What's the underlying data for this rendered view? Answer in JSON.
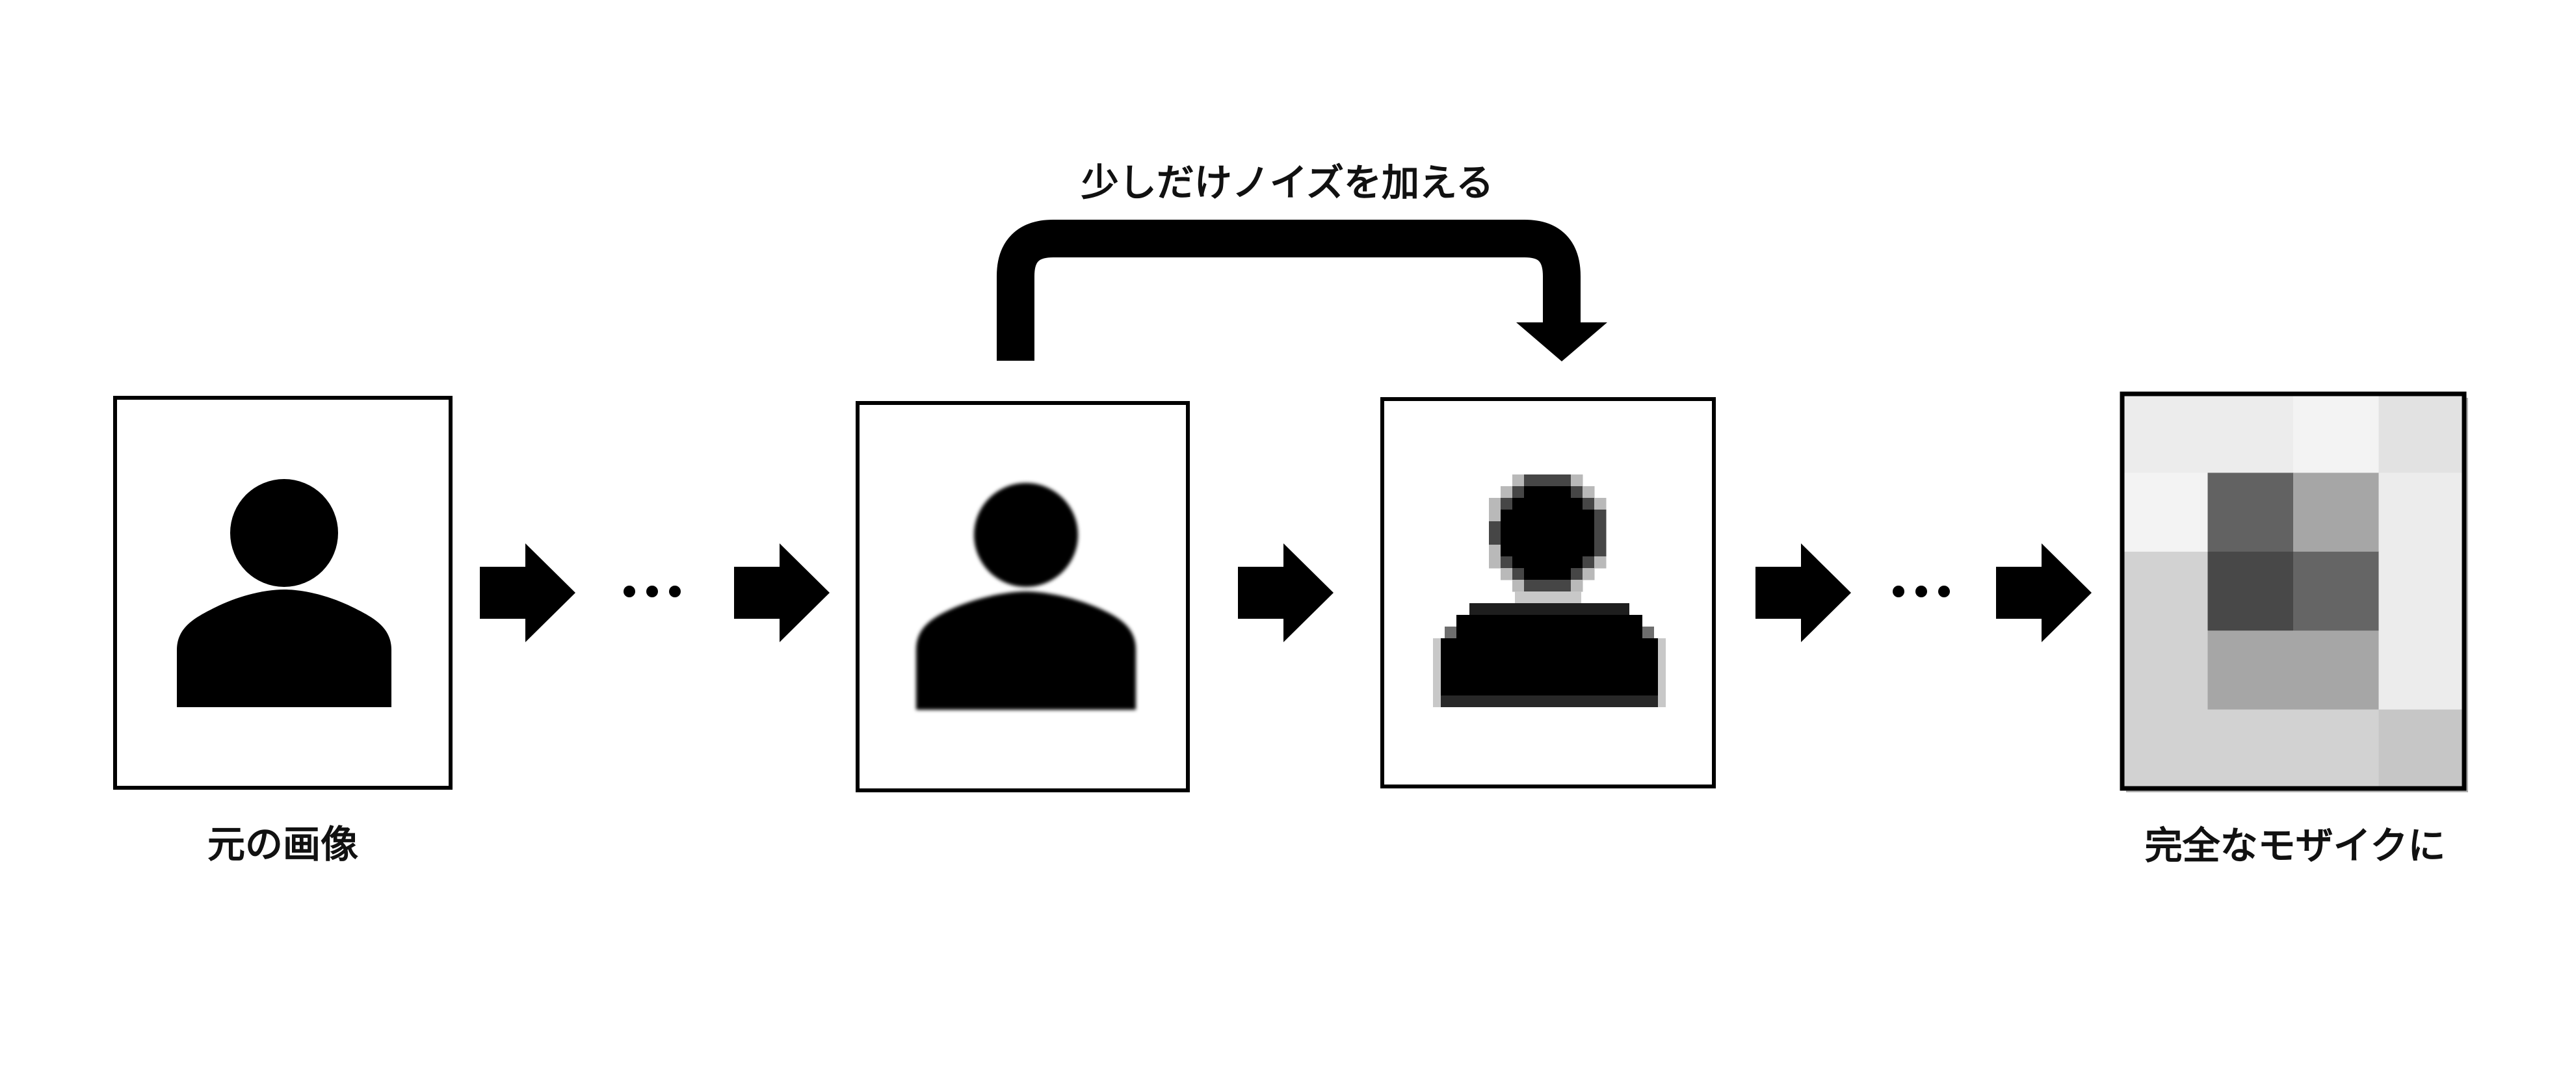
{
  "colors": {
    "ink": "#000000",
    "background": "#ffffff"
  },
  "labels": {
    "original_image": "元の画像",
    "add_noise": "少しだけノイズを加える",
    "full_mosaic": "完全なモザイクに"
  },
  "icons": {
    "person": "person-icon",
    "arrow": "right-arrow-icon",
    "ellipsis": "ellipsis-icon"
  },
  "mosaic_grid": {
    "rows": 5,
    "cols": 4,
    "gray_levels": [
      [
        236,
        236,
        243,
        226
      ],
      [
        243,
        98,
        166,
        236
      ],
      [
        210,
        72,
        101,
        236
      ],
      [
        210,
        166,
        166,
        236
      ],
      [
        210,
        210,
        210,
        198
      ]
    ]
  }
}
